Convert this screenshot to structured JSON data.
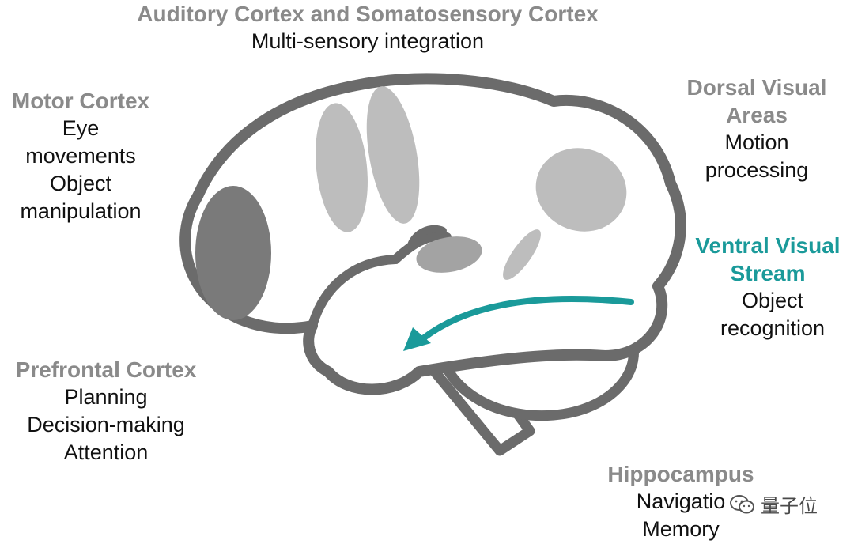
{
  "colors": {
    "outline": "#6b6b6b",
    "region_light": "#bdbdbd",
    "region_mid": "#a3a3a3",
    "region_dark": "#7a7a7a",
    "title_gray": "#8a8a8a",
    "accent_teal": "#1a9a9a"
  },
  "regions": {
    "auditory": {
      "title": "Auditory Cortex and Somatosensory Cortex",
      "functions": [
        "Multi-sensory integration"
      ]
    },
    "motor": {
      "title": "Motor Cortex",
      "functions": [
        "Eye",
        "movements",
        "Object",
        "manipulation"
      ]
    },
    "dorsal": {
      "title_lines": [
        "Dorsal Visual",
        "Areas"
      ],
      "functions": [
        "Motion",
        "processing"
      ]
    },
    "ventral": {
      "title_lines": [
        "Ventral Visual",
        "Stream"
      ],
      "functions": [
        "Object",
        "recognition"
      ]
    },
    "prefrontal": {
      "title": "Prefrontal Cortex",
      "functions": [
        "Planning",
        "Decision-making",
        "Attention"
      ]
    },
    "hippocampus": {
      "title": "Hippocampus",
      "functions": [
        "Navigatio",
        "Memory"
      ]
    }
  },
  "watermark": {
    "icon": "wechat-icon",
    "text": "量子位"
  }
}
